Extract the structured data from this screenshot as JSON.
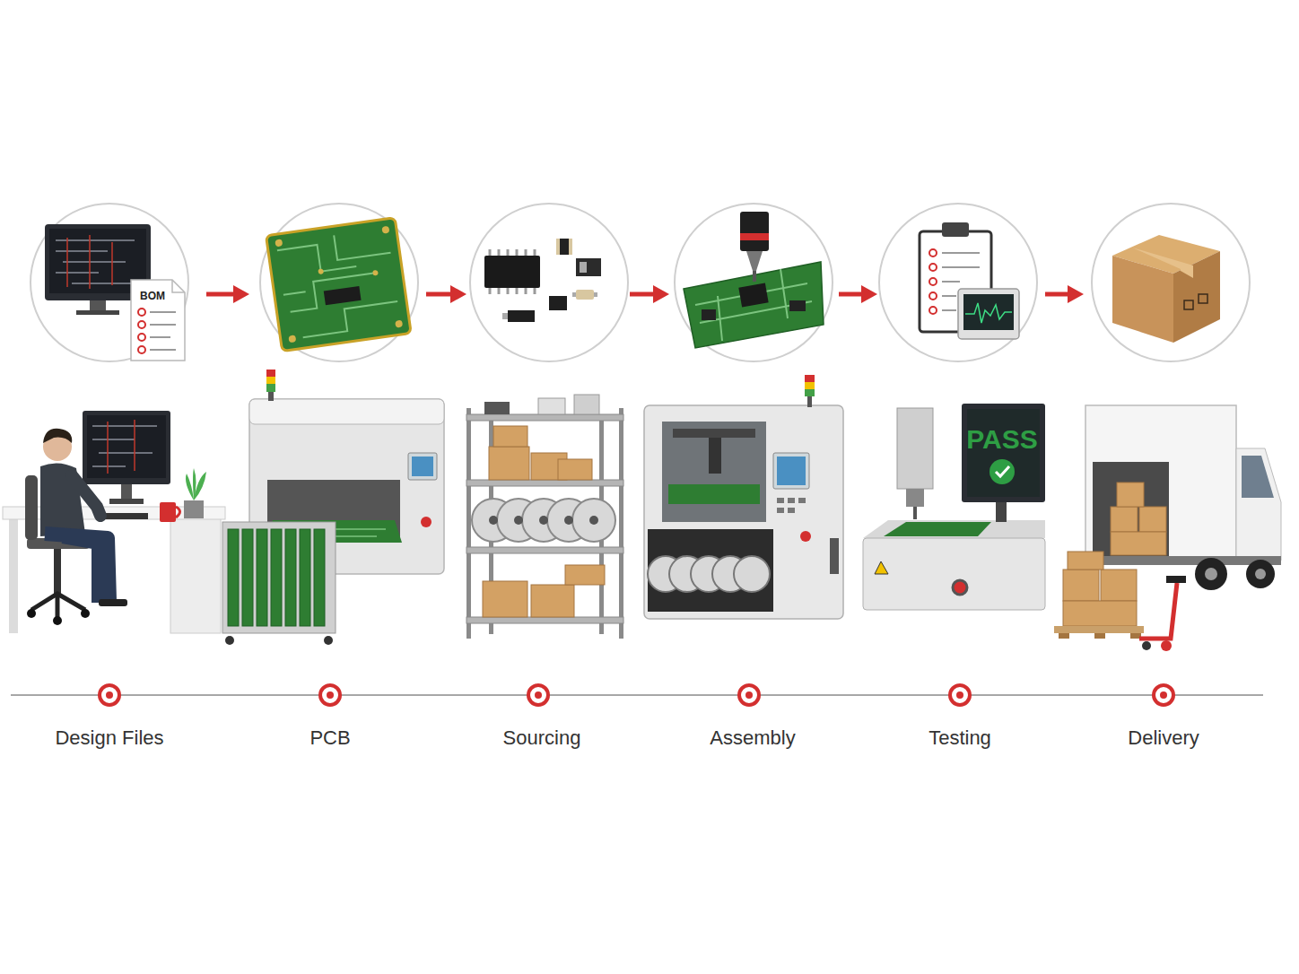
{
  "diagram": {
    "labels": [
      "BOM",
      "PASS",
      "Design Files",
      "PCB",
      "Sourcing",
      "Assembly",
      "Testing",
      "Delivery"
    ]
  }
}
